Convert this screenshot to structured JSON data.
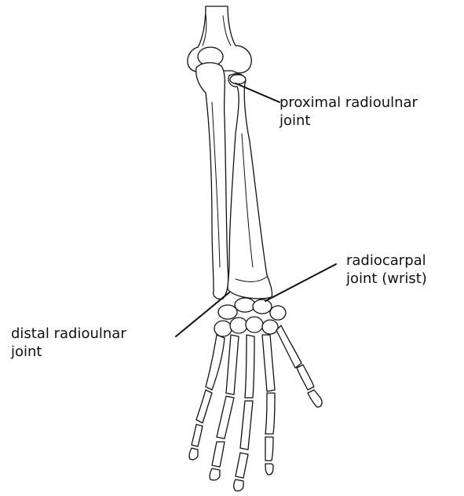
{
  "labels": {
    "proximal": {
      "line1": "proximal radioulnar",
      "line2": "joint"
    },
    "radiocarpal": {
      "line1": "radiocarpal",
      "line2": "joint (wrist)"
    },
    "distal": {
      "line1": "distal radioulnar",
      "line2": "joint"
    }
  },
  "colors": {
    "ink": "#111111",
    "bone_fill": "#ffffff",
    "background": "#ffffff"
  }
}
